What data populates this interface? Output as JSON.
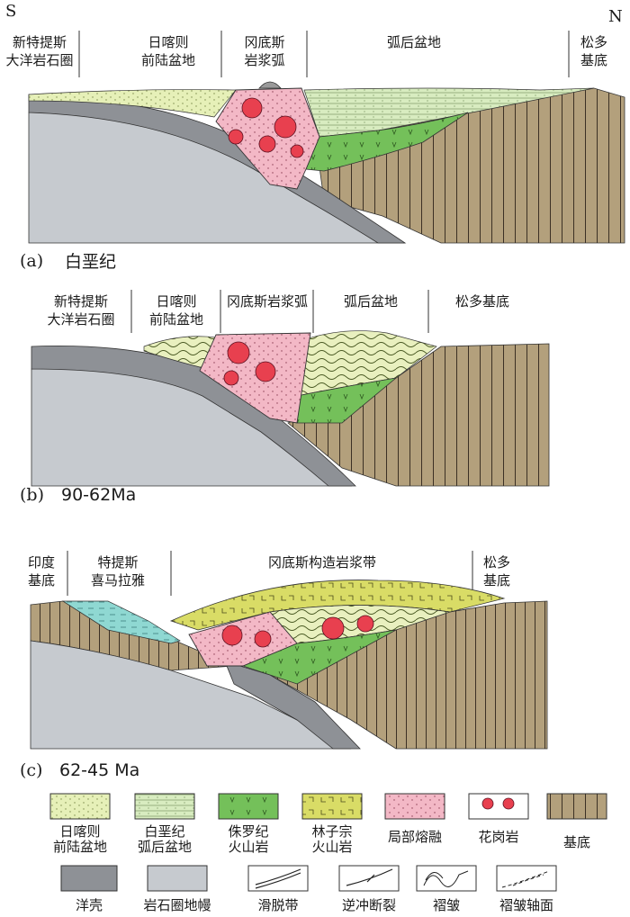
{
  "directions": {
    "south": "S",
    "north": "N"
  },
  "panel_a": {
    "caption_letter": "(a)",
    "caption_text": "白垩纪",
    "zones": [
      {
        "line1": "新特提斯",
        "line2": "大洋岩石圈"
      },
      {
        "line1": "日喀则",
        "line2": "前陆盆地"
      },
      {
        "line1": "冈底斯",
        "line2": "岩浆弧"
      },
      {
        "line1": "弧后盆地",
        "line2": ""
      },
      {
        "line1": "松多",
        "line2": "基底"
      }
    ]
  },
  "panel_b": {
    "caption_letter": "(b)",
    "caption_text": "90-62Ma",
    "zones": [
      {
        "line1": "新特提斯",
        "line2": "大洋岩石圈"
      },
      {
        "line1": "日喀则",
        "line2": "前陆盆地"
      },
      {
        "line1": "冈底斯岩浆弧",
        "line2": ""
      },
      {
        "line1": "弧后盆地",
        "line2": ""
      },
      {
        "line1": "松多基底",
        "line2": ""
      }
    ]
  },
  "panel_c": {
    "caption_letter": "(c)",
    "caption_text": "62-45 Ma",
    "zones": [
      {
        "line1": "印度",
        "line2": "基底"
      },
      {
        "line1": "特提斯",
        "line2": "喜马拉雅"
      },
      {
        "line1": "冈底斯构造岩浆带",
        "line2": ""
      },
      {
        "line1": "松多",
        "line2": "基底"
      }
    ]
  },
  "legend": {
    "items": [
      {
        "line1": "日喀则",
        "line2": "前陆盆地",
        "color": "#e6f0b8"
      },
      {
        "line1": "白垩纪",
        "line2": "弧后盆地",
        "color": "#d8ecc0"
      },
      {
        "line1": "侏罗纪",
        "line2": "火山岩",
        "color": "#74c05a"
      },
      {
        "line1": "林子宗",
        "line2": "火山岩",
        "color": "#d9dc66"
      },
      {
        "line1": "局部熔融",
        "line2": "",
        "color": "#f3b8c6"
      },
      {
        "line1": "花岗岩",
        "line2": "",
        "color": "#e8404f"
      },
      {
        "line1": "基底",
        "line2": "",
        "color": "#b3a07c"
      },
      {
        "line1": "洋壳",
        "line2": "",
        "color": "#8e9196"
      },
      {
        "line1": "岩石圈地幔",
        "line2": "",
        "color": "#c6cacf"
      },
      {
        "line1": "滑脱带",
        "line2": "",
        "color": "#ffffff"
      },
      {
        "line1": "逆冲断裂",
        "line2": "",
        "color": "#ffffff"
      },
      {
        "line1": "褶皱",
        "line2": "",
        "color": "#ffffff"
      },
      {
        "line1": "褶皱轴面",
        "line2": "",
        "color": "#ffffff"
      }
    ]
  }
}
